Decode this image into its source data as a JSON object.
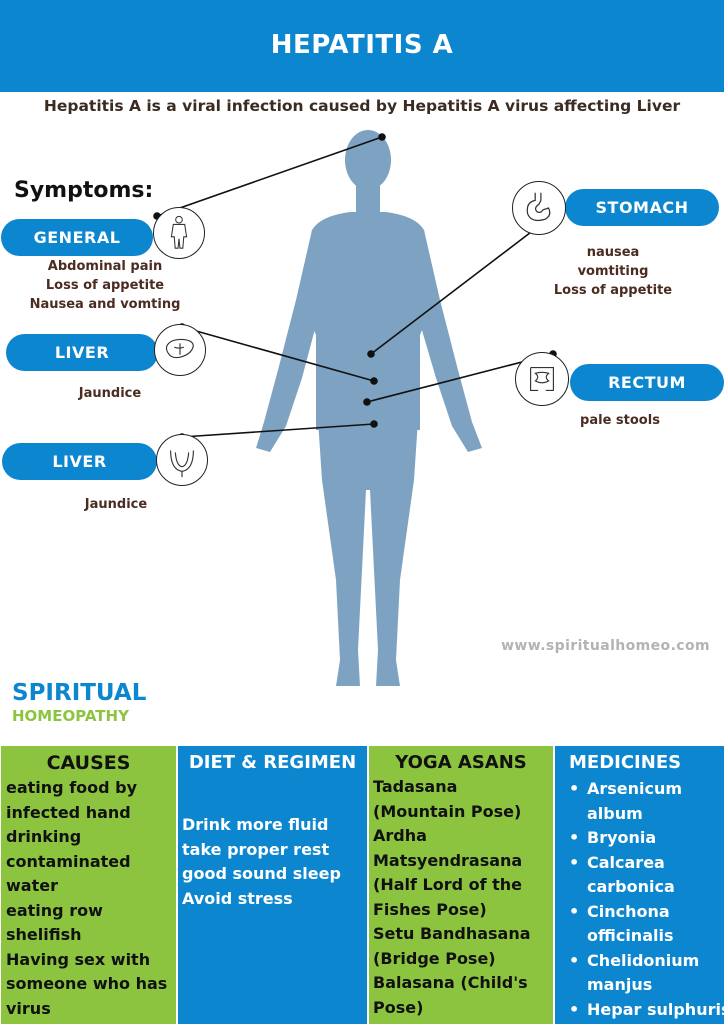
{
  "header": {
    "title": "HEPATITIS A"
  },
  "subtitle": "Hepatitis A is a viral infection caused by Hepatitis  A virus affecting Liver",
  "symptoms": {
    "heading": "Symptoms:",
    "general": {
      "label": "GENERAL",
      "icon": "human-body-outline-icon",
      "notes": [
        "Abdominal pain",
        "Loss of appetite",
        "Nausea and vomting"
      ]
    },
    "liver_1": {
      "label": "LIVER",
      "icon": "liver-icon",
      "notes": [
        "Jaundice"
      ]
    },
    "liver_2": {
      "label": "LIVER",
      "icon": "gallbladder-icon",
      "notes": [
        "Jaundice"
      ]
    },
    "stomach": {
      "label": "STOMACH",
      "icon": "stomach-icon",
      "notes": [
        "nausea",
        "vomtiting",
        "Loss of appetite"
      ]
    },
    "rectum": {
      "label": "RECTUM",
      "icon": "intestines-icon",
      "notes": [
        "pale stools"
      ]
    }
  },
  "watermark": "www.spiritualhomeo.com",
  "brand": {
    "line1": "SPIRITUAL",
    "line2": "HOMEOPATHY"
  },
  "causes": {
    "heading": "CAUSES",
    "lines": [
      "eating food by",
      "infected hand",
      "drinking",
      "contaminated",
      "water",
      "eating row",
      "shelifish",
      "Having sex with",
      "someone who has",
      "virus"
    ]
  },
  "diet": {
    "heading": "DIET & REGIMEN",
    "lines": [
      "Drink more fluid",
      "take proper rest",
      "good sound sleep",
      "Avoid stress"
    ]
  },
  "yoga": {
    "heading": "YOGA ASANS",
    "lines": [
      "Tadasana",
      "(Mountain Pose)",
      "Ardha",
      "Matsyendrasana",
      "(Half Lord of the",
      "Fishes Pose)",
      "Setu Bandhasana",
      "(Bridge Pose)",
      "Balasana (Child's",
      "Pose)"
    ]
  },
  "medicines": {
    "heading": "MEDICINES",
    "items": [
      [
        "Arsenicum",
        "album"
      ],
      [
        "Bryonia"
      ],
      [
        "Calcarea",
        "carbonica"
      ],
      [
        "Cinchona",
        "officinalis"
      ],
      [
        "Chelidonium",
        "manjus"
      ],
      [
        "Hepar sulphuris"
      ]
    ]
  },
  "colors": {
    "blue": "#0d86d0",
    "green": "#8cc43f",
    "figure": "#7ea3c2",
    "note_text": "#4a2c20"
  }
}
